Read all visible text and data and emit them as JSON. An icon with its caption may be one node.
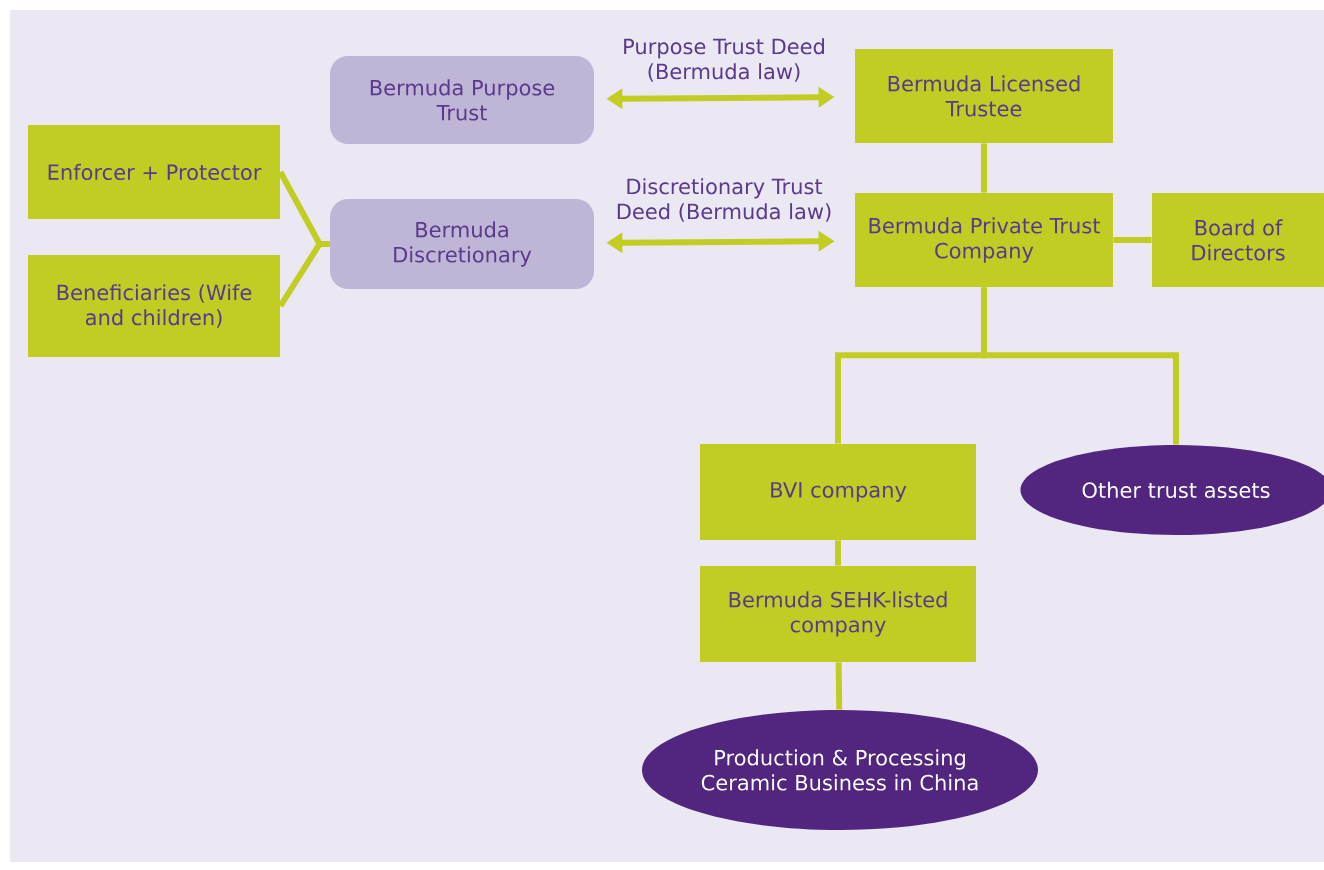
{
  "diagram": {
    "nodes": [
      {
        "text": [
          "Bermuda Purpose Trust"
        ]
      },
      {
        "text": [
          "Bermuda Licensed Trustee"
        ]
      },
      {
        "text": [
          "Enforcer + Protector"
        ]
      },
      {
        "text": [
          "Bermuda Discretionary"
        ]
      },
      {
        "text": [
          "Bermuda Private Trust Company"
        ]
      },
      {
        "text": [
          "Board of Directors"
        ]
      },
      {
        "text": [
          "Beneficiaries (Wife and children)"
        ]
      },
      {
        "text": [
          "BVI company"
        ]
      },
      {
        "text": [
          "Other trust assets"
        ]
      },
      {
        "text": [
          "Bermuda SEHK-listed company"
        ]
      },
      {
        "text": [
          "Production & Processing Ceramic Business in China"
        ]
      }
    ],
    "edges": [
      {
        "from": 0,
        "to": 1,
        "arrow": "both",
        "label": "Purpose Trust Deed (Bermuda law)"
      },
      {
        "from": 3,
        "to": 4,
        "arrow": "both",
        "label": "Discretionary Trust Deed (Bermuda law)"
      },
      {
        "from": 2,
        "to": 3,
        "arrow": "none"
      },
      {
        "from": 6,
        "to": 3,
        "arrow": "none"
      },
      {
        "from": 1,
        "to": 4,
        "arrow": "none"
      },
      {
        "from": 4,
        "to": 5,
        "arrow": "none"
      },
      {
        "from": 4,
        "to": 7,
        "arrow": "none"
      },
      {
        "from": 4,
        "to": 8,
        "arrow": "none"
      },
      {
        "from": 7,
        "to": 9,
        "arrow": "none"
      },
      {
        "from": 9,
        "to": 10,
        "arrow": "none"
      }
    ]
  }
}
